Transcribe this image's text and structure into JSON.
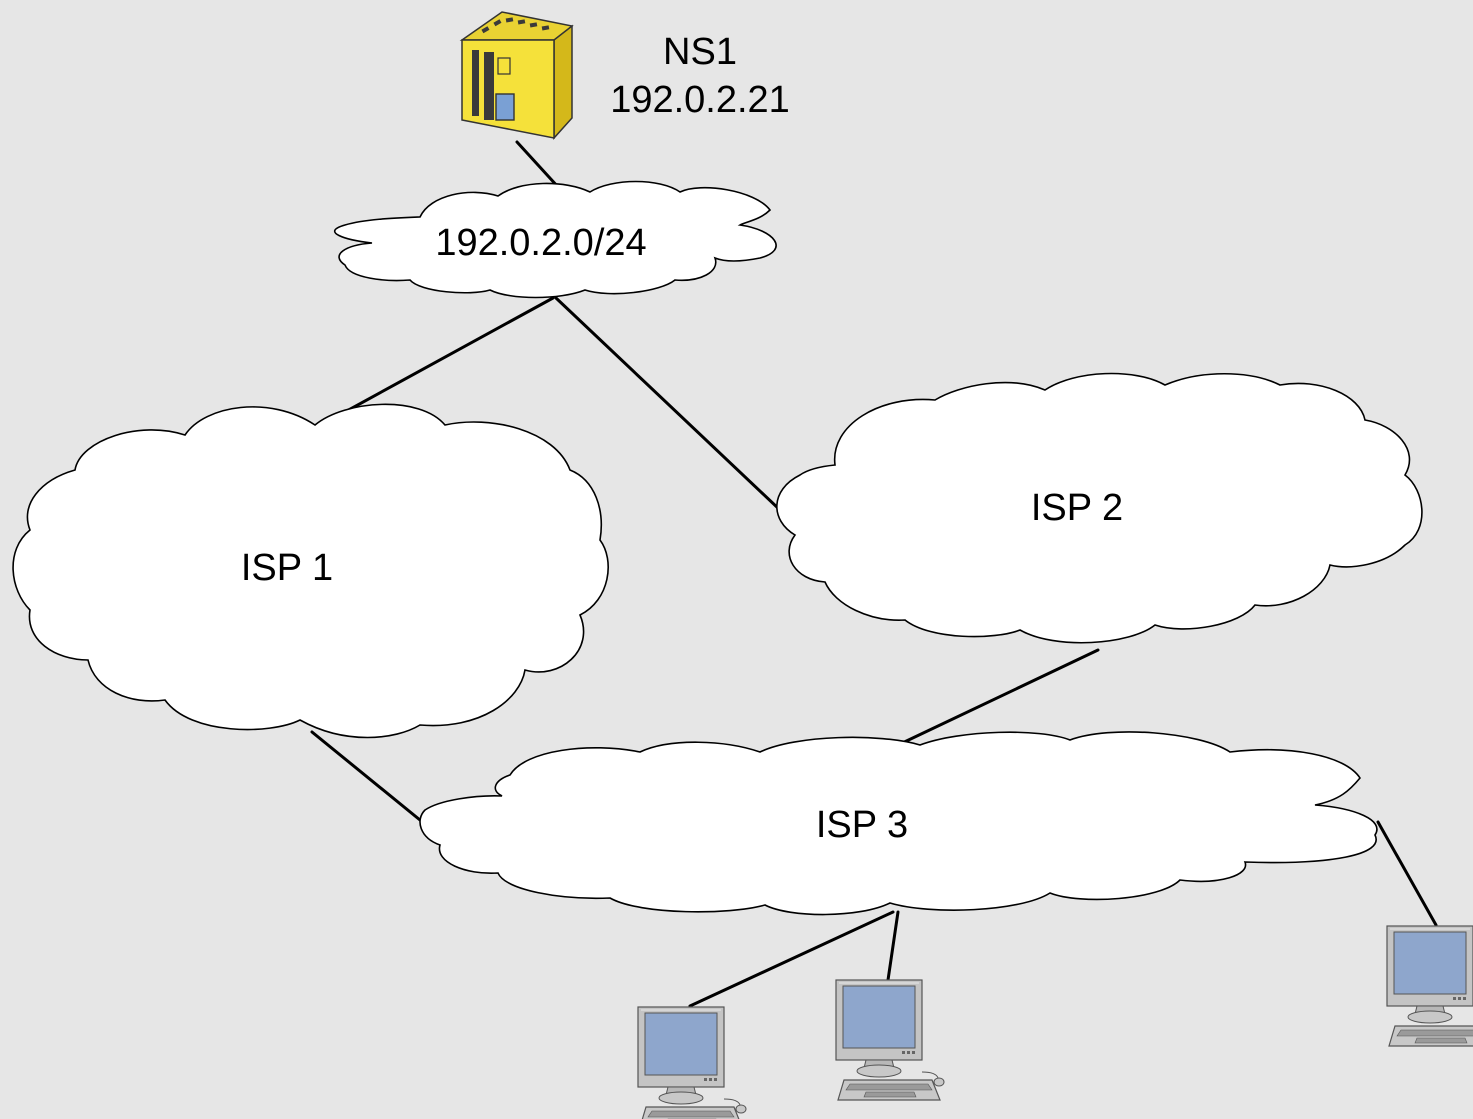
{
  "server": {
    "name": "NS1",
    "address": "192.0.2.21",
    "icon": "server-icon",
    "color": "#f5e13a"
  },
  "networks": {
    "local": {
      "label": "192.0.2.0/24"
    },
    "isp1": {
      "label": "ISP 1"
    },
    "isp2": {
      "label": "ISP 2"
    },
    "isp3": {
      "label": "ISP 3"
    }
  },
  "clients": [
    {
      "icon": "computer-icon"
    },
    {
      "icon": "computer-icon"
    },
    {
      "icon": "computer-icon"
    }
  ],
  "colors": {
    "background": "#e6e6e6",
    "cloud_fill": "#ffffff",
    "monitor_screen": "#8ea6cc",
    "device_body": "#c8c8c8"
  }
}
